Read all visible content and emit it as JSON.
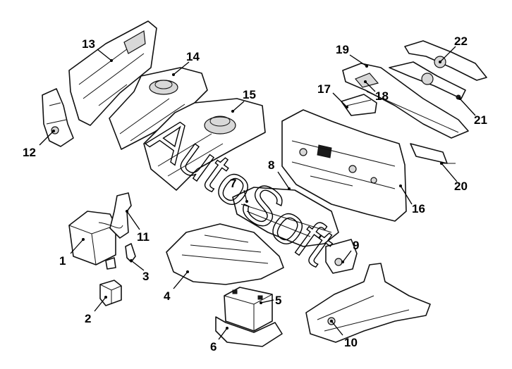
{
  "diagram": {
    "callouts": [
      "1",
      "2",
      "3",
      "4",
      "5",
      "6",
      "7",
      "8",
      "9",
      "10",
      "11",
      "12",
      "13",
      "14",
      "15",
      "16",
      "17",
      "18",
      "19",
      "20",
      "21",
      "22"
    ],
    "watermark": "AutoSoft"
  }
}
